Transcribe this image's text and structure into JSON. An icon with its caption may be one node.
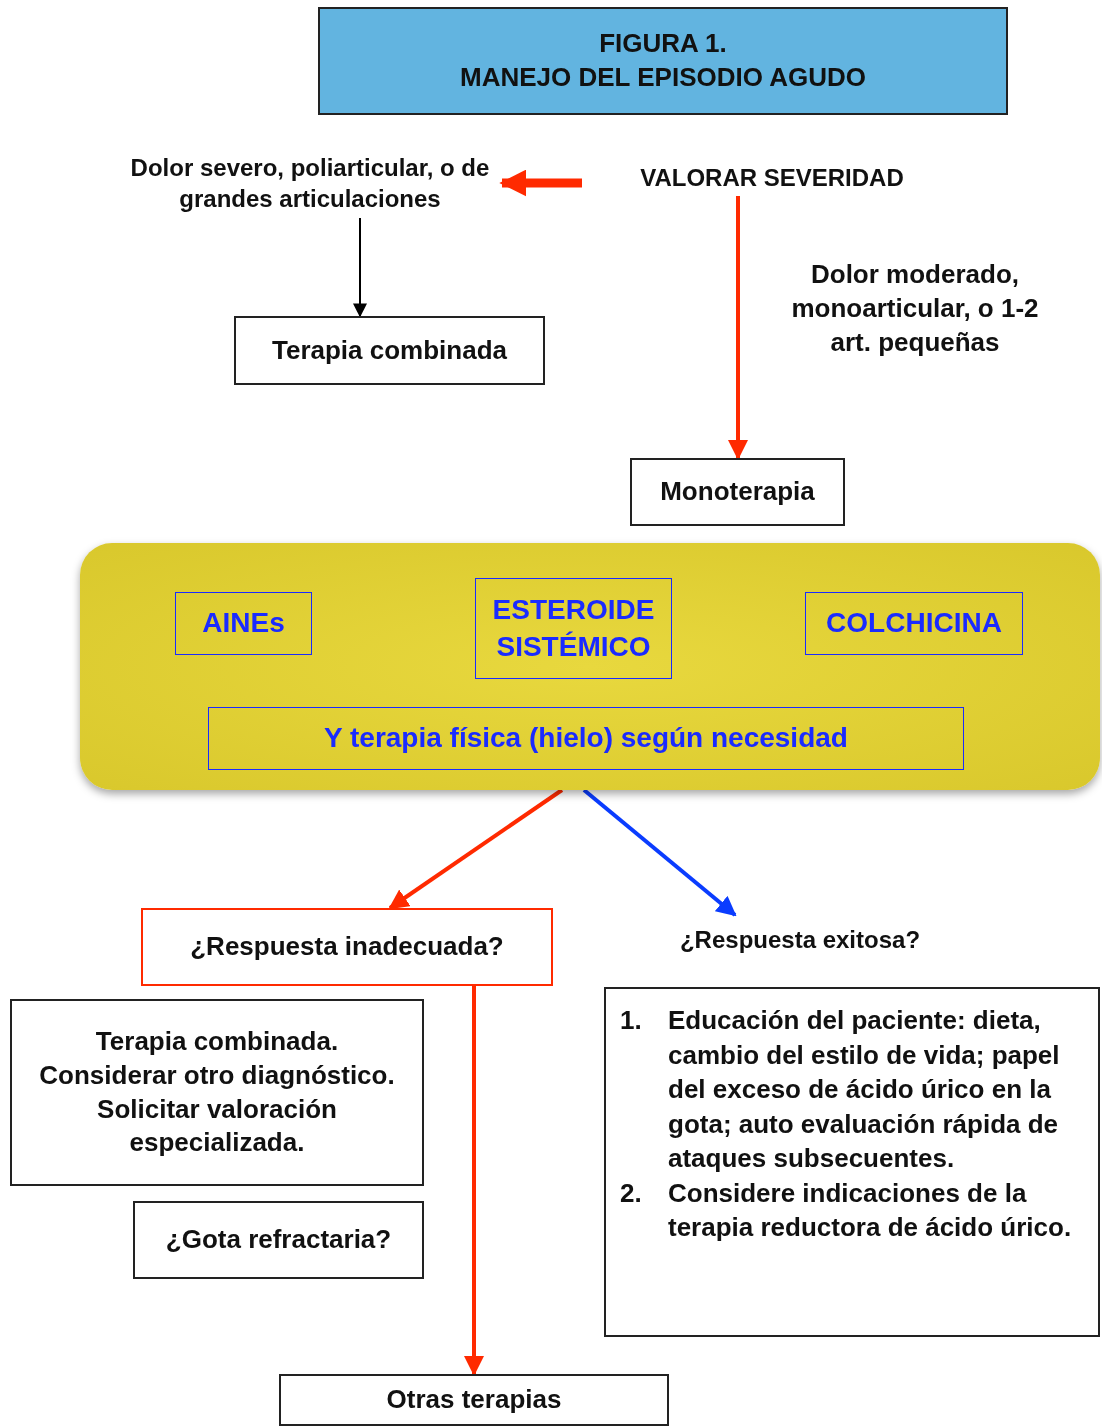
{
  "diagram": {
    "nodes": [
      {
        "text": [
          "FIGURA 1.",
          "MANEJO DEL EPISODIO AGUDO"
        ]
      },
      {
        "text": [
          "Dolor severo, poliarticular, o de grandes articulaciones"
        ]
      },
      {
        "text": [
          "VALORAR SEVERIDAD"
        ]
      },
      {
        "text": [
          "Terapia combinada"
        ]
      },
      {
        "text": [
          "Monoterapia"
        ]
      },
      {
        "text": [],
        "shape": "box"
      },
      {
        "text": [
          "AINEs"
        ],
        "in": 5
      },
      {
        "text": [
          "ESTEROIDE SISTÉMICO"
        ],
        "in": 5
      },
      {
        "text": [
          "COLCHICINA"
        ],
        "in": 5
      },
      {
        "text": [
          "Y terapia física (hielo) según necesidad"
        ],
        "in": 5
      },
      {
        "text": [
          "¿Respuesta inadecuada?"
        ]
      },
      {
        "text": [
          "¿Respuesta exitosa?"
        ]
      },
      {
        "text": [
          "Terapia combinada. Considerar otro diagnóstico. Solicitar valoración especializada."
        ]
      },
      {
        "text": [
          "¿Gota refractaria?"
        ]
      },
      {
        "text": [
          "1. Educación del paciente: dieta, cambio del estilo de vida; papel del exceso de ácido úrico en la gota; auto evaluación rápida de ataques subsecuentes.",
          "2. Considere indicaciones de la terapia reductora de ácido úrico."
        ]
      },
      {
        "text": [
          "Otras terapias"
        ]
      }
    ],
    "edges": [
      {
        "from": 2,
        "to": 1,
        "arrow": "to",
        "style": "thick"
      },
      {
        "from": 1,
        "to": 3,
        "arrow": "to",
        "color": "#000000"
      },
      {
        "from": 2,
        "to": 4,
        "arrow": "to",
        "label": "Dolor moderado, monoarticular, o 1-2 art. pequeñas"
      },
      {
        "from": 5,
        "to": 10,
        "arrow": "to"
      },
      {
        "from": 5,
        "to": 11,
        "arrow": "to",
        "color": "#0a3cff"
      },
      {
        "from": 10,
        "to": 15,
        "arrow": "to"
      }
    ]
  }
}
